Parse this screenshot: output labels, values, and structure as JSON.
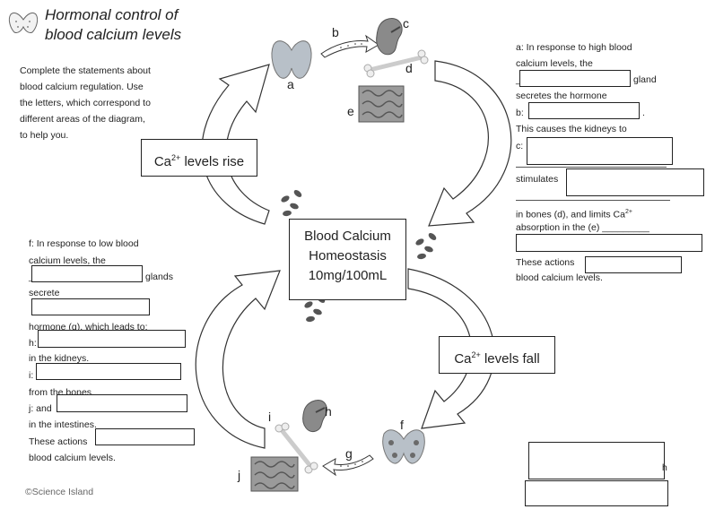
{
  "title": {
    "line1": "Hormonal control of",
    "line2": "blood calcium levels"
  },
  "instructions": {
    "line1": "Complete the statements about",
    "line2": "blood calcium regulation. Use",
    "line3": "the letters, which correspond to",
    "line4": "different areas of the diagram,",
    "line5": "to help you."
  },
  "center": {
    "line1": "Blood Calcium",
    "line2": "Homeostasis",
    "line3": "10mg/100mL"
  },
  "levels": {
    "rise_base": "Ca",
    "rise_sup": "2+",
    "rise_text": " levels rise",
    "fall_base": "Ca",
    "fall_sup": "2+",
    "fall_text": " levels fall"
  },
  "labels": {
    "a": "a",
    "b": "b",
    "c": "c",
    "d": "d",
    "e": "e",
    "f": "f",
    "g": "g",
    "h": "h",
    "i": "i",
    "j": "j"
  },
  "right_text": {
    "l1": "a: In response to high blood",
    "l2": "calcium levels, the",
    "l3_pre": "_",
    "l3_post": "gland",
    "l4": "secretes the hormone",
    "l5_pre": "b:",
    "l5_post": ".",
    "l6": "This causes the kidneys to",
    "l7": "c:",
    "l8": "stimulates",
    "l9_pre": "in bones (d), and limits Ca",
    "l9_sup": "2+",
    "l10": "absorption in the (e) _________",
    "l11_pre": "These actions",
    "l12": "blood calcium levels."
  },
  "left_text": {
    "l1": "f: In response to low blood",
    "l2": "calcium levels, the",
    "l3_pre": "_",
    "l3_post": "glands",
    "l4": "secrete",
    "l5": "hormone (g), which leads to:",
    "l6": "h:",
    "l7": "in the kidneys.",
    "l8": "i:",
    "l9": "from the bones.",
    "l10": "j: and",
    "l11": "in the intestines.",
    "l12": "These actions",
    "l13": "blood calcium levels."
  },
  "bottom_right": {
    "stray": "h"
  },
  "copyright": "©Science Island"
}
